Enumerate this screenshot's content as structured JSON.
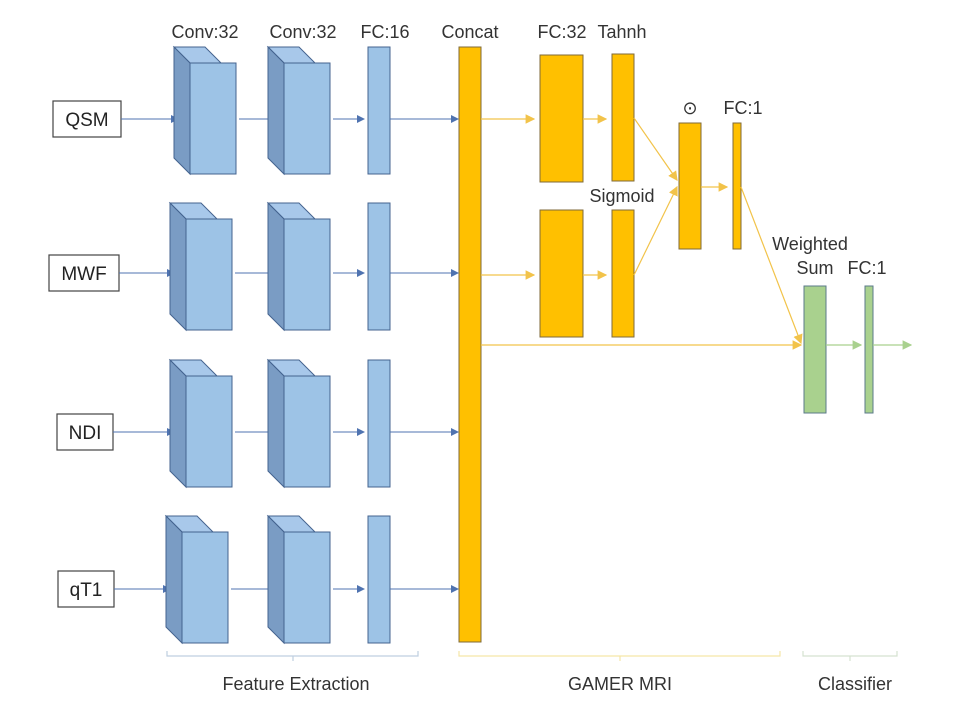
{
  "title": "GAMER MRI network architecture",
  "colors": {
    "blue_fill": "#9DC3E6",
    "blue_side": "#7A9CC4",
    "blue_stroke": "#44638F",
    "blue_arrow": "#4F73B0",
    "orange_fill": "#FFC000",
    "orange_stroke": "#7F6A3A",
    "orange_arrow": "#F2C34A",
    "green_fill": "#A9D18E",
    "green_stroke": "#5B7A8A",
    "green_arrow": "#A9D18E",
    "bracket": "#BFCFE0"
  },
  "inputs": [
    "QSM",
    "MWF",
    "NDI",
    "qT1"
  ],
  "labels": {
    "conv1": "Conv:32",
    "conv2": "Conv:32",
    "fc16": "FC:16",
    "concat": "Concat",
    "fc32": "FC:32",
    "tanh": "Tahnh",
    "sigmoid": "Sigmoid",
    "hadamard": "⊙",
    "fc1_attn": "FC:1",
    "weighted_sum_line1": "Weighted",
    "weighted_sum_line2": "Sum",
    "fc1_out": "FC:1"
  },
  "sections": {
    "feature_extraction": "Feature Extraction",
    "gamer_mri": "GAMER MRI",
    "classifier": "Classifier"
  }
}
